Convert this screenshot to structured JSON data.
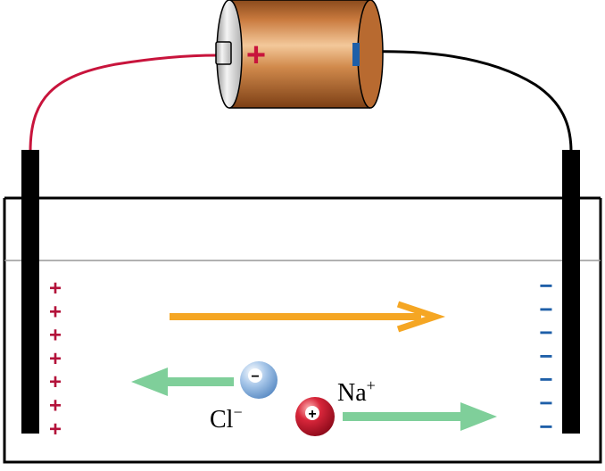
{
  "battery": {
    "positive_symbol": "+",
    "negative_symbol": "−"
  },
  "anode": {
    "charge_symbol": "+",
    "charge_count": 7
  },
  "cathode": {
    "charge_symbol": "−",
    "charge_count": 7
  },
  "ions": {
    "chloride": {
      "sign": "−",
      "label": "Cl",
      "label_sup": "−"
    },
    "sodium": {
      "sign": "+",
      "label": "Na",
      "label_sup": "+"
    }
  },
  "colors": {
    "positive_wire": "#c8143c",
    "negative_wire": "#000000",
    "battery_body": "#c97a3e",
    "anode_charge": "#b3123a",
    "cathode_charge": "#1e5fa8",
    "current_arrow": "#f5a623",
    "ion_arrow": "#7fcf9a",
    "chloride_ion": "#7aa8d8",
    "sodium_ion": "#c8142e",
    "electrode": "#000000",
    "solution_line": "#999999"
  }
}
